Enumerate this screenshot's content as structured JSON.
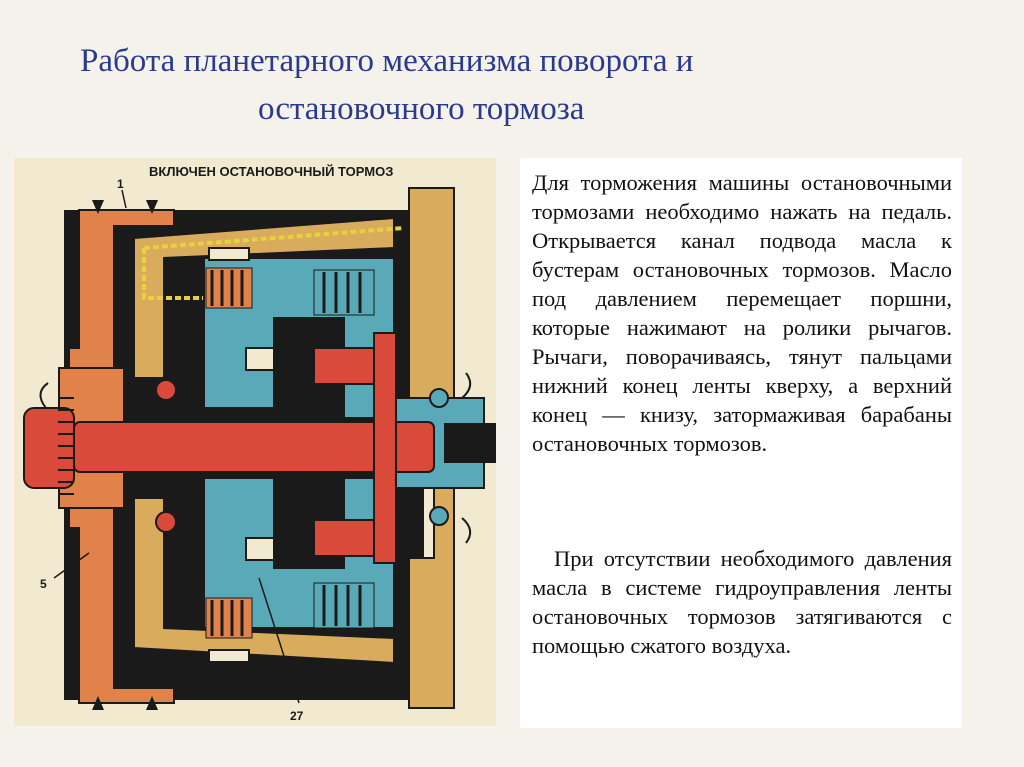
{
  "title": {
    "line1": "Работа планетарного механизма поворота и",
    "line2": "остановочного тормоза"
  },
  "figure": {
    "caption": "ВКЛЮЧЕН ОСТАНОВОЧНЫЙ ТОРМОЗ",
    "labels": [
      "1",
      "5",
      "27"
    ],
    "colors": {
      "housing_orange": "#e0824a",
      "red_part": "#d94a3a",
      "blue_part": "#5aa9b8",
      "tan_part": "#d9ab5c",
      "dark": "#1a1a1a",
      "oil_yellow": "#e8d23c"
    }
  },
  "text": {
    "p1": "Для торможения машины остановочными тормозами необходимо нажать на педаль. Открывается канал подвода масла к бустерам остановочных тормозов. Масло под давлением перемещает поршни, которые нажимают на ролики рычагов. Рычаги, поворачиваясь, тянут пальцами нижний конец ленты кверху, а верхний конец — книзу, затормаживая барабаны остановочных тормозов.",
    "p2": "При отсутствии необходимого давления масла в системе гидроуправления ленты остановочных тормозов затягиваются с помощью сжатого воздуха."
  }
}
